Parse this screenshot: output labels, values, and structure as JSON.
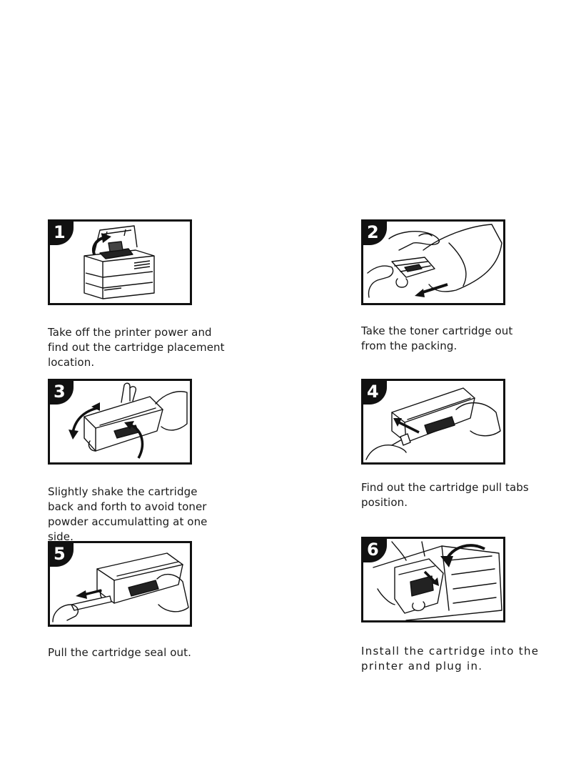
{
  "steps": [
    {
      "number": "1",
      "illustration": "printer-top-cover-open-icon",
      "caption": "Take off the printer power and find out the cartridge placement location."
    },
    {
      "number": "2",
      "illustration": "cartridge-unpacking-icon",
      "caption": "Take the toner cartridge out from the packing."
    },
    {
      "number": "3",
      "illustration": "cartridge-shake-icon",
      "caption": "Slightly shake the cartridge back and forth to avoid toner powder accumulatting at one side."
    },
    {
      "number": "4",
      "illustration": "cartridge-pull-tab-icon",
      "caption": "Find out the cartridge pull tabs position."
    },
    {
      "number": "5",
      "illustration": "seal-pull-icon",
      "caption": "Pull the cartridge seal out."
    },
    {
      "number": "6",
      "illustration": "cartridge-install-icon",
      "caption": "Install the cartridge into the printer and plug in."
    }
  ]
}
